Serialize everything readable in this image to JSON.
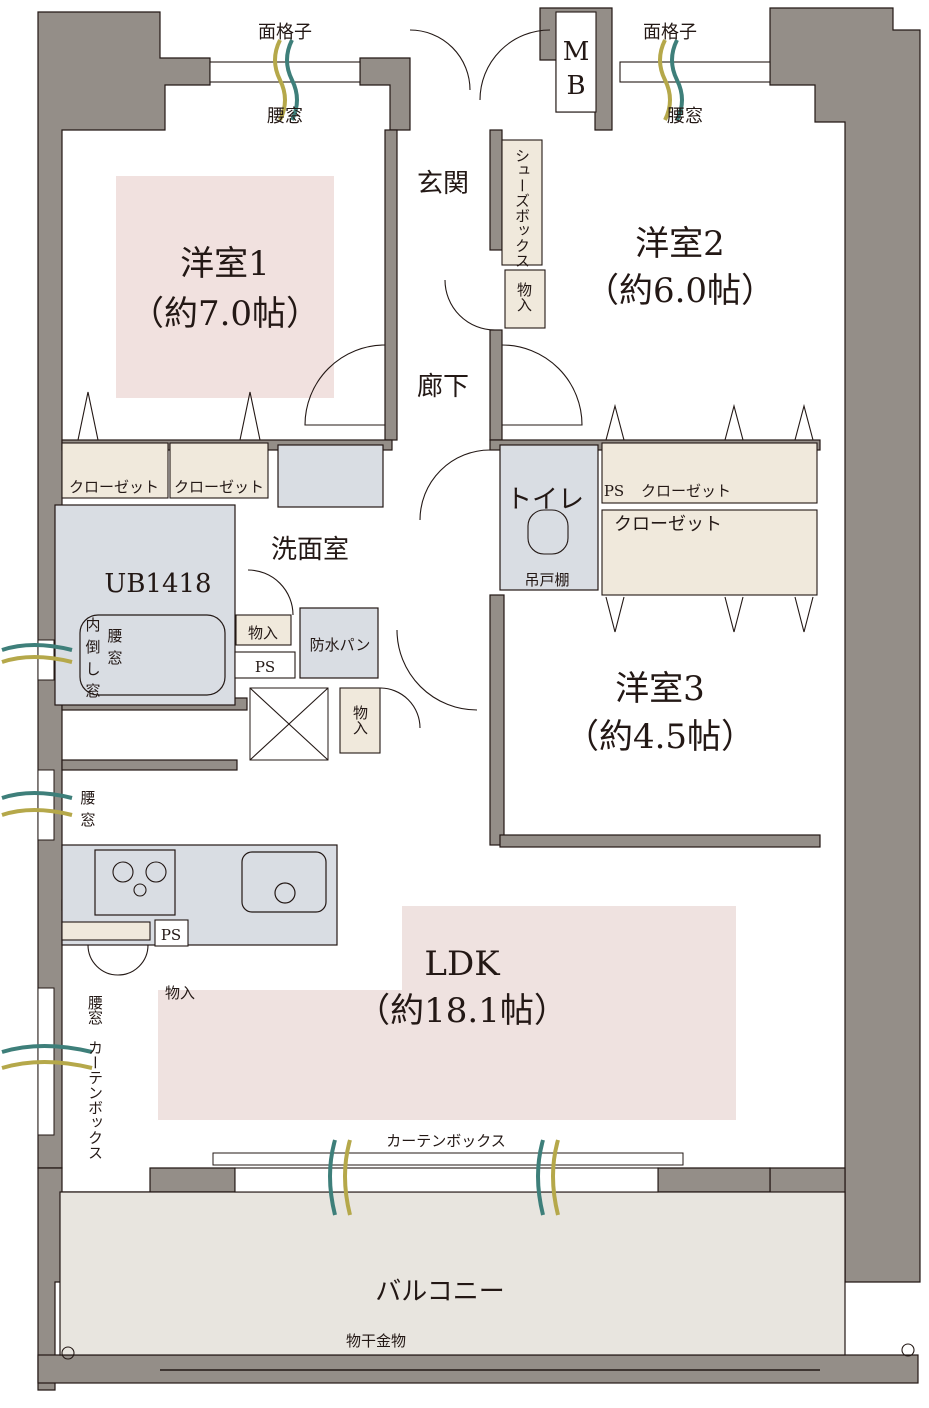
{
  "title": "",
  "rooms": {
    "western1": {
      "name": "洋室1",
      "size": "（約7.0帖）"
    },
    "western2": {
      "name": "洋室2",
      "size": "（約6.0帖）"
    },
    "western3": {
      "name": "洋室3",
      "size": "（約4.5帖）"
    },
    "ldk": {
      "name": "LDK",
      "size": "（約18.1帖）"
    },
    "entrance": "玄関",
    "hallway": "廊下",
    "toilet": "トイレ",
    "washroom": "洗面室",
    "unit_bath": "UB1418",
    "balcony": "バルコニー"
  },
  "labels": {
    "lattice_left": "面格子",
    "lattice_right": "面格子",
    "waist_window_left": "腰窓",
    "waist_window_right": "腰窓",
    "meter_box_m": "M",
    "meter_box_b": "B",
    "shoe_box": "シューズボックス",
    "storage_entry": "物入",
    "closet_a": "クローゼット",
    "closet_b": "クローゼット",
    "closet_c": "クローゼット",
    "closet_d": "クローゼット",
    "ps_toilet": "PS",
    "hanging_shelf": "吊戸棚",
    "storage_wash": "物入",
    "waterproof_pan": "防水パン",
    "ps_wash": "PS",
    "bath_window": [
      "内",
      "倒",
      "し",
      "窓"
    ],
    "bath_window2": [
      "腰",
      "窓"
    ],
    "storage_hall": "物入",
    "waist_window_mid": [
      "腰",
      "窓"
    ],
    "ps_kitchen": "PS",
    "storage_kitchen": "物入",
    "waist_window_low": "腰窓",
    "curtain_box_side": "カーテンボックス",
    "curtain_box": "カーテンボックス",
    "drying_hardware": "物干金物"
  },
  "colors": {
    "wall": "#948e88",
    "room_highlight": "#efe2e0",
    "room1_highlight": "#f1e1df",
    "wet_area": "#d9dde3",
    "closet": "#f0e9dc",
    "balcony": "#e8e5df",
    "window_teal": "#3e7f7a",
    "window_olive": "#b5a84a"
  }
}
